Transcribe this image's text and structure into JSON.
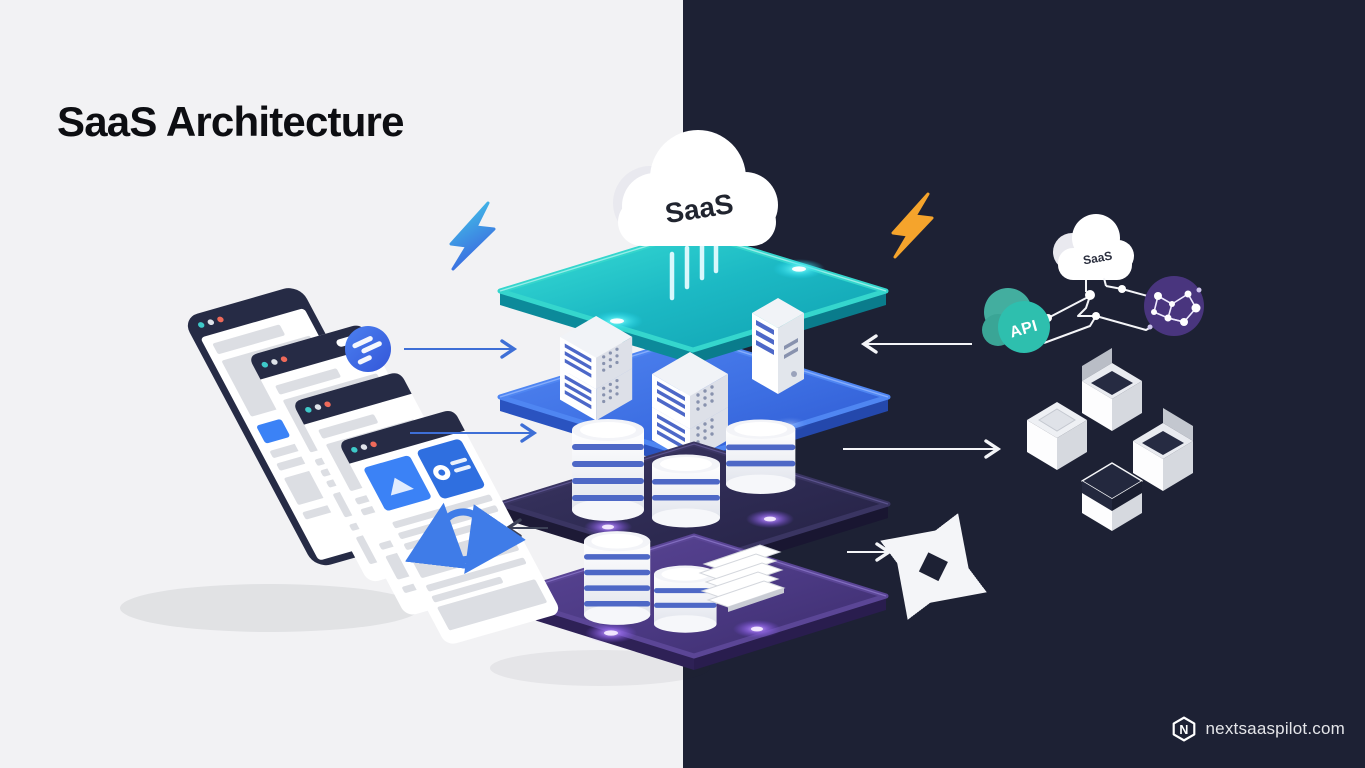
{
  "header": {
    "title": "SaaS Architecture"
  },
  "diagram": {
    "cloud_label": "SaaS",
    "mini_cloud_label": "SaaS",
    "api_label": "API"
  },
  "footer": {
    "site": "nextsaaspilot.com",
    "logo_letter": "N"
  },
  "colors": {
    "background_left": "#f2f2f4",
    "background_right": "#1d2134",
    "layer_teal": "#16b3c0",
    "layer_blue": "#3d6fe3",
    "layer_navy": "#2e2a4e",
    "layer_purple": "#4d3a82",
    "accent_blue": "#3e6fd6",
    "stripe_blue": "#4d68c8",
    "bolt_orange": "#f5a42c",
    "api_teal": "#2ebfae",
    "sphere_purple": "#49357e",
    "white": "#ffffff"
  },
  "icons": [
    {
      "name": "cloud-saas-icon",
      "shape": "cloud"
    },
    {
      "name": "mini-cloud-icon",
      "shape": "cloud"
    },
    {
      "name": "lightning-bolt-blue-icon",
      "shape": "bolt"
    },
    {
      "name": "lightning-bolt-orange-icon",
      "shape": "bolt"
    },
    {
      "name": "sync-blue-icon",
      "shape": "circular-arrows"
    },
    {
      "name": "sync-white-icon",
      "shape": "circular-arrows"
    },
    {
      "name": "logo-circle-icon",
      "shape": "circle-dashes"
    },
    {
      "name": "api-blob-icon",
      "shape": "blob"
    },
    {
      "name": "network-sphere-icon",
      "shape": "graph"
    },
    {
      "name": "site-logo-icon",
      "shape": "hexagon"
    }
  ]
}
